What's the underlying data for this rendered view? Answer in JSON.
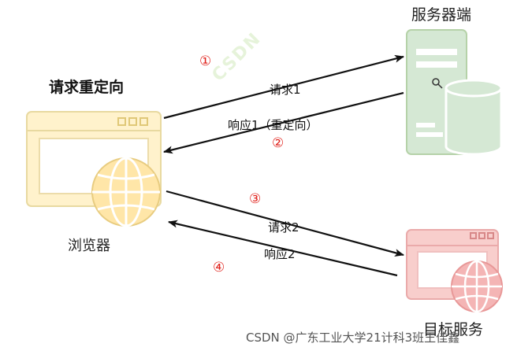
{
  "title": "请求重定向",
  "nodes": {
    "browser": "浏览器",
    "server": "服务器端",
    "target": "目标服务"
  },
  "messages": {
    "request1": "请求1",
    "response1": "响应1（重定向）",
    "request2": "请求2",
    "response2": "响应2"
  },
  "steps": [
    "①",
    "②",
    "③",
    "④"
  ],
  "watermark": "CSDN @广东工业大学21计科3班王佳鑫",
  "colors": {
    "browser_fill": "#fff2cc",
    "browser_stroke": "#d6b656",
    "server_fill": "#d5e8d4",
    "server_stroke": "#82b366",
    "target_fill": "#f8cecc",
    "target_stroke": "#b85450",
    "arrow": "#111111",
    "step_marker": "#e0201a"
  }
}
